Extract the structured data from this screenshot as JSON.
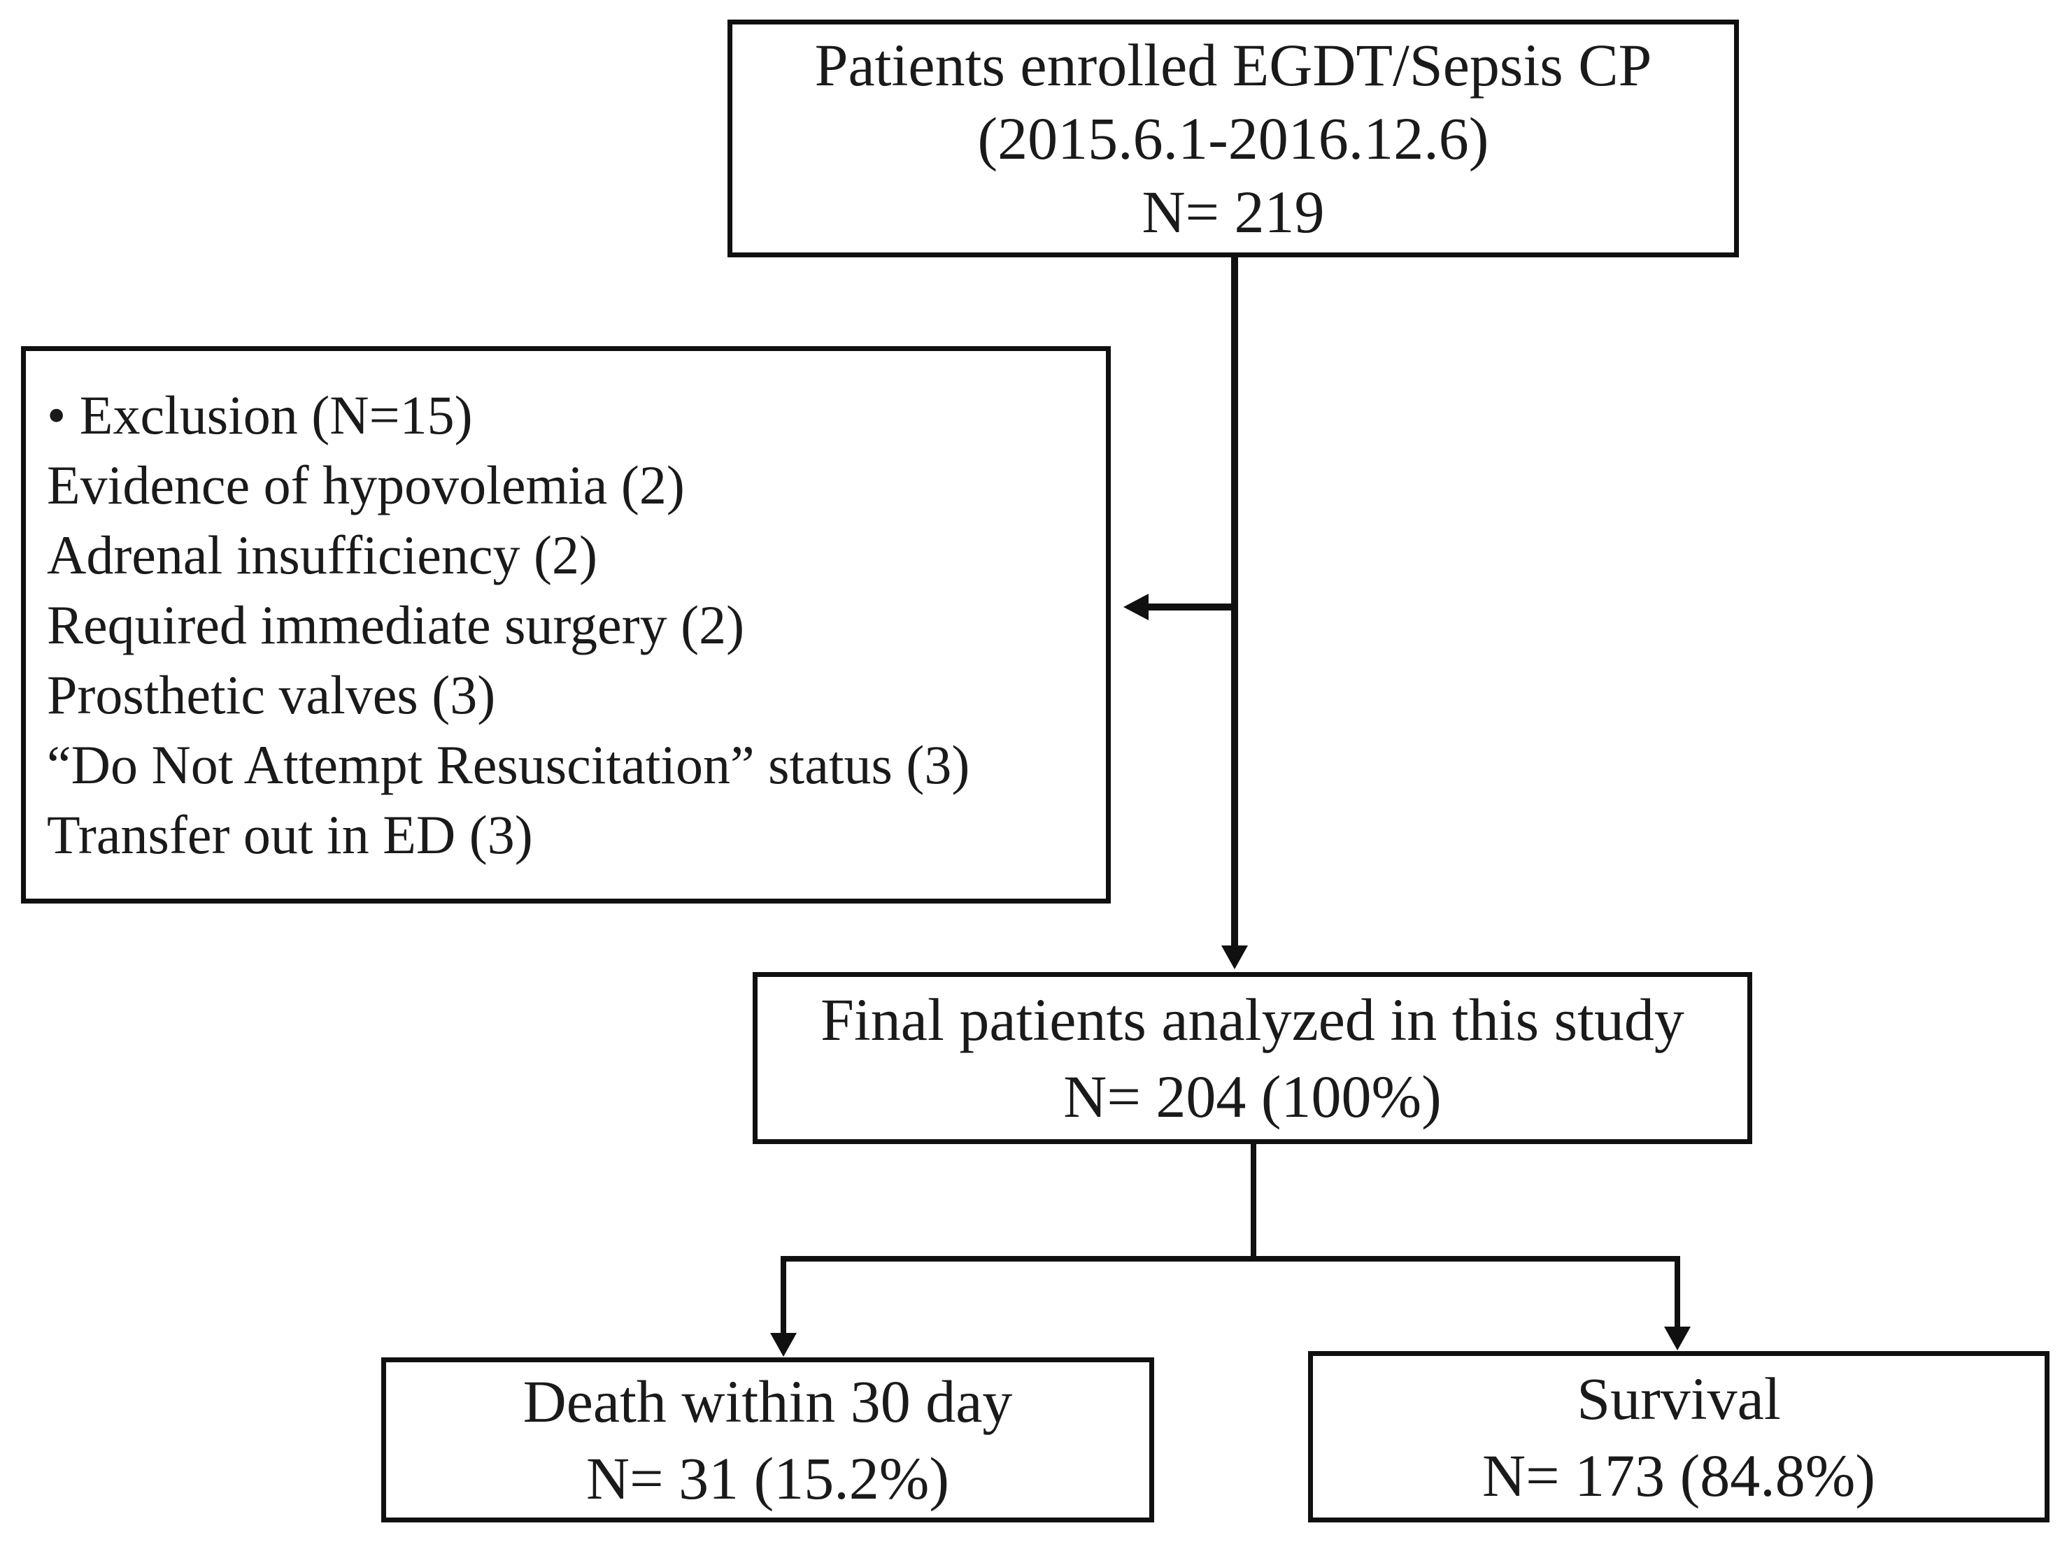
{
  "flowchart": {
    "kind": "patient-enrollment-flow-diagram",
    "colors": {
      "background": "#ffffff",
      "line": "#101010",
      "text": "#1a1a1a"
    },
    "nodes": {
      "enrolled": {
        "lines": [
          "Patients enrolled EGDT/Sepsis CP",
          "(2015.6.1-2016.12.6)",
          "N= 219"
        ]
      },
      "exclusion": {
        "lines": [
          "• Exclusion (N=15)",
          "Evidence of hypovolemia (2)",
          "Adrenal insufficiency (2)",
          "Required immediate surgery (2)",
          "Prosthetic valves (3)",
          "“Do Not Attempt Resuscitation” status (3)",
          "Transfer out in ED (3)"
        ]
      },
      "final": {
        "lines": [
          "Final patients analyzed in this study",
          "N= 204 (100%)"
        ]
      },
      "death": {
        "lines": [
          "Death within 30 day",
          "N= 31 (15.2%)"
        ]
      },
      "survival": {
        "lines": [
          "Survival",
          "N= 173 (84.8%)"
        ]
      }
    }
  }
}
